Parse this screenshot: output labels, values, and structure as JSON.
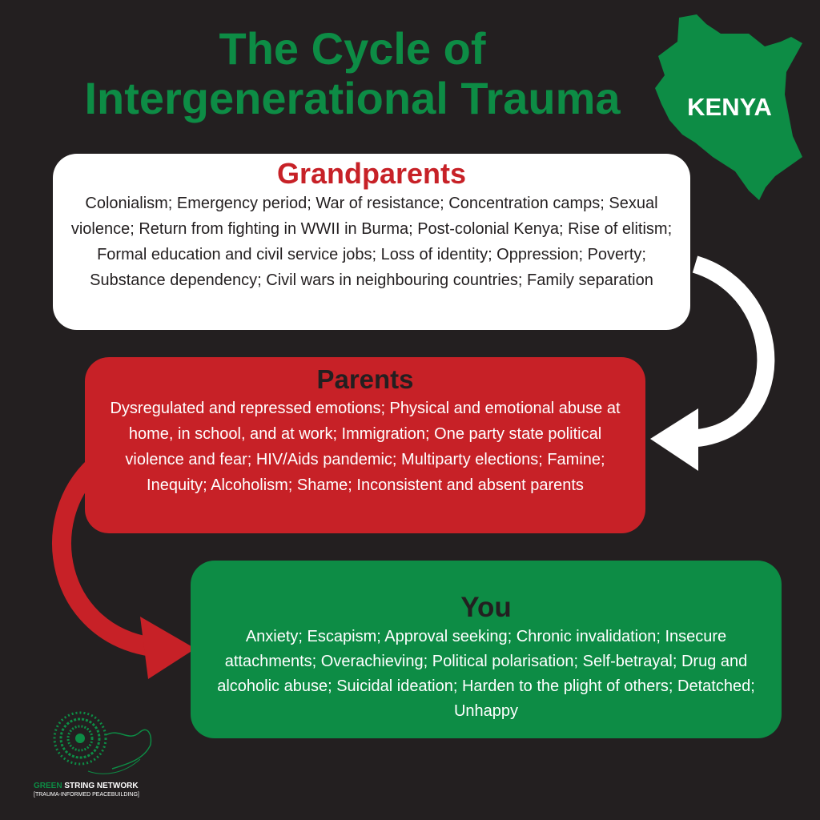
{
  "title": {
    "line1": "The Cycle of",
    "line2": "Intergenerational Trauma"
  },
  "map": {
    "label": "KENYA",
    "icon": "kenya-map-icon"
  },
  "grandparents": {
    "heading": "Grandparents",
    "text": "Colonialism; Emergency period; War of resistance; Concentration camps; Sexual violence; Return from fighting in WWII in Burma; Post-colonial Kenya; Rise of elitism; Formal education and civil service jobs; Loss of identity; Oppression; Poverty; Substance dependency; Civil wars in neighbouring countries; Family separation"
  },
  "parents": {
    "heading": "Parents",
    "text": "Dysregulated and repressed emotions; Physical and emotional abuse at home, in school, and at work; Immigration; One party state political violence and fear; HIV/Aids pandemic; Multiparty elections; Famine; Inequity; Alcoholism; Shame; Inconsistent and absent parents"
  },
  "you": {
    "heading": "You",
    "text": "Anxiety; Escapism; Approval seeking; Chronic invalidation; Insecure attachments; Overachieving; Political polarisation; Self-betrayal; Drug and alcoholic abuse; Suicidal ideation; Harden to the plight of others; Detatched; Unhappy"
  },
  "logo": {
    "name_green": "GREEN",
    "name_rest": " STRING NETWORK",
    "tagline": "[TRAUMA-INFORMED PEACEBUILDING]"
  },
  "colors": {
    "background": "#231f20",
    "green": "#0d8c45",
    "red": "#c72127",
    "white": "#ffffff"
  }
}
